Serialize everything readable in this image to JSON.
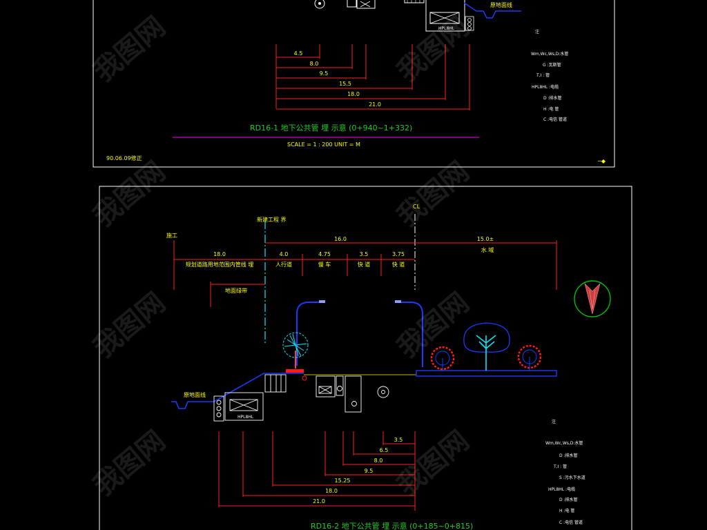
{
  "panel1": {
    "dims": [
      "4.5",
      "8.0",
      "9.5",
      "15.5",
      "18.0",
      "21.0"
    ],
    "title": "RD16-1  地下公共管  埋  示意 (0+940~1+332)",
    "scale": "SCALE = 1 : 200     UNIT = M",
    "date": "90.06.09修正",
    "page_mark": "─◆",
    "slope_label": "原地面线",
    "box_label": "HPL8HL",
    "legend_head": "注",
    "legend": [
      "Wm,Wc,Ws,D:水管",
      "G :瓦斯管",
      "T,I :  管",
      "HPL8HL :电缆",
      "D :排水管",
      "H :电  管",
      "C :电信  管道"
    ]
  },
  "panel2": {
    "centerline": "CL",
    "left_label": "施工",
    "pole_label": "新建工程  界",
    "top_dims": [
      {
        "value": "18.0",
        "label": "规划道路用地范围内管线  埋"
      },
      {
        "value": "4.0",
        "label": "人行道"
      },
      {
        "value": "4.75",
        "label": "慢  车"
      },
      {
        "value": "3.5",
        "label": "快  道"
      },
      {
        "value": "3.75",
        "label": "快  道"
      },
      {
        "value": "15.0±",
        "label": "水    域"
      }
    ],
    "span_total": "16.0",
    "bracket_label": "地面绿带",
    "slope_label": "原地面线",
    "box_label": "HPL8HL",
    "bottom_dims": [
      "3.5",
      "6.5",
      "8.0",
      "9.5",
      "15.25",
      "18.0",
      "21.0"
    ],
    "title": "RD16-2  地下公共管  埋  示意 (0+185~0+815)",
    "legend_head": "注",
    "legend": [
      "Wm,Wc,Ws,D:水管",
      "D :排水管",
      "T,I :  管",
      "S :污水下水道",
      "HPL8HL :电缆",
      "D :排水管",
      "H :电  管",
      "C :电信  管道"
    ]
  },
  "watermark": "我图网",
  "colors": {
    "dim_red": "#ff2020",
    "text_yellow": "#ffff00",
    "title_green": "#22cc22",
    "pipe_blue": "#1a3cff",
    "tree_cyan": "#00e8ff",
    "bush_red": "#ff1a1a",
    "compass_green": "#00c000"
  }
}
